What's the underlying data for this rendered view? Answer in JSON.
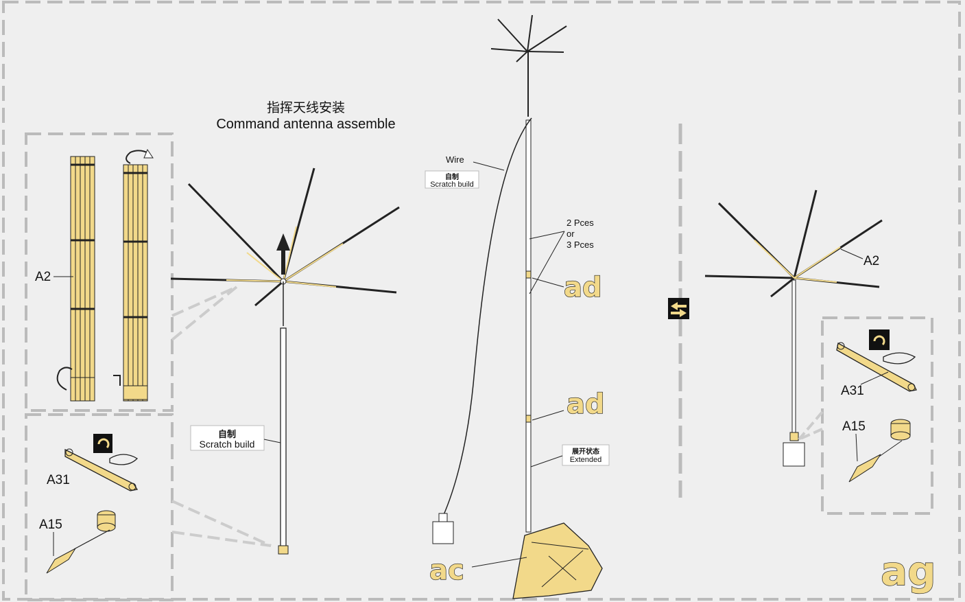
{
  "title": {
    "cn": "指挥天线安装",
    "en": "Command antenna assemble"
  },
  "step_label": "ag",
  "parts": {
    "a2": "A2",
    "a31": "A31",
    "a15": "A15"
  },
  "scratch": {
    "cn": "自制",
    "en": "Scratch build"
  },
  "wire": "Wire",
  "pieces": [
    "2 Pces",
    "or",
    "3 Pces"
  ],
  "extended": {
    "cn": "展开状态",
    "en": "Extended"
  },
  "callouts": {
    "ad": "ad",
    "ac": "ac"
  },
  "colors": {
    "part_fill": "#f2d98a",
    "line": "#222222",
    "dash": "#bbbbbb",
    "background": "#efefef"
  },
  "icons": [
    "rotate-icon",
    "swap-icon",
    "arrow-up-icon"
  ]
}
